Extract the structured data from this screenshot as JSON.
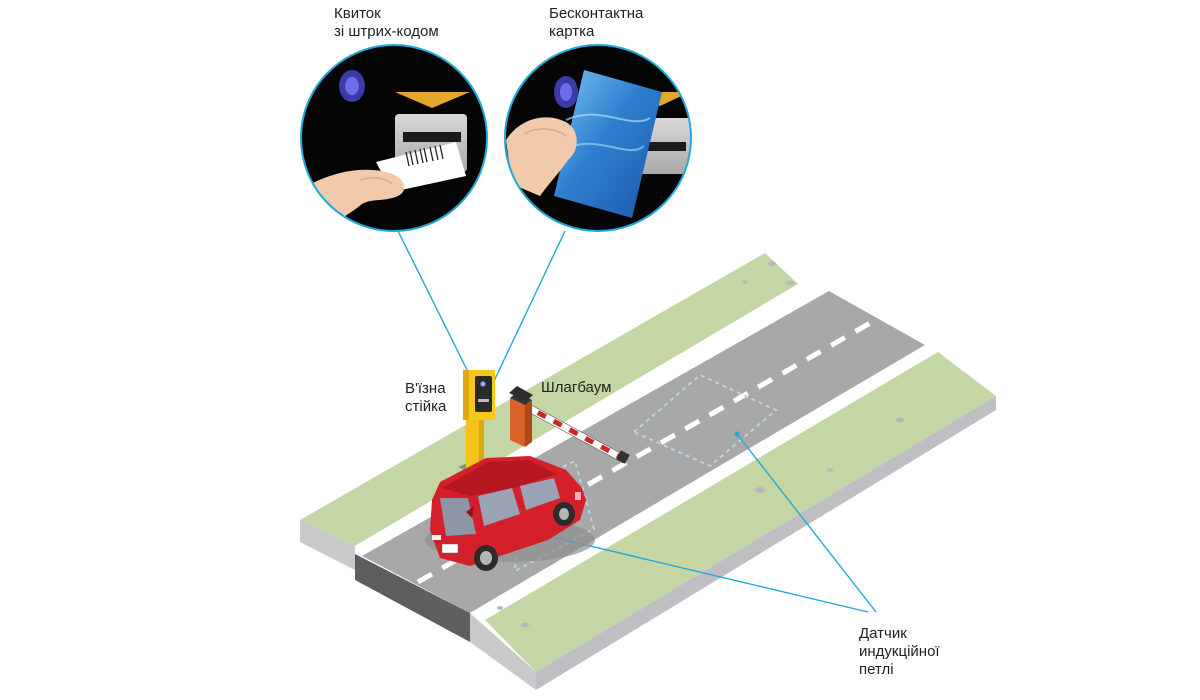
{
  "labels": {
    "ticket": [
      "Квиток",
      "зі штрих-кодом"
    ],
    "card": [
      "Бесконтактна",
      "картка"
    ],
    "entry_stand": [
      "В'їзна",
      "стійка"
    ],
    "barrier": "Шлагбаум",
    "loop_sensor": [
      "Датчик",
      "индукційної",
      "петлі"
    ]
  },
  "colors": {
    "callout_line": "#1fa9d8",
    "grass": "#c5d6a5",
    "road": "#a8a8a8",
    "car": "#d3202a",
    "stand": "#f2c318",
    "barrier_box": "#d9622a",
    "card": "#2f7fd0",
    "loop_dash": "#b7d6e8"
  },
  "icons": [
    "ticket-slot-icon",
    "contactless-card-icon",
    "car-icon",
    "entry-stand-icon",
    "barrier-gate-icon",
    "induction-loop-icon"
  ]
}
